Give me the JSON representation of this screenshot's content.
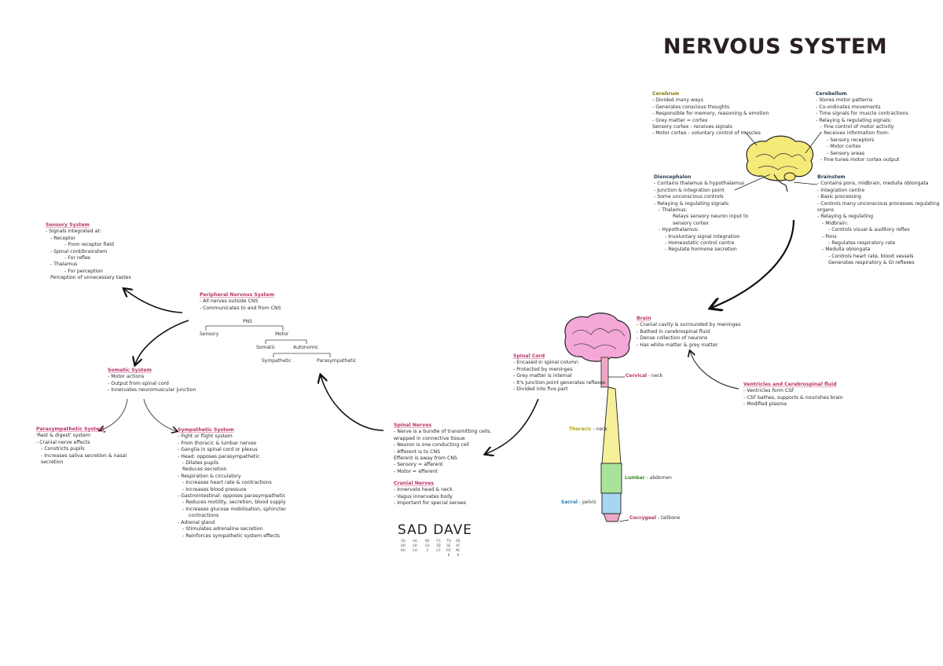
{
  "title": "NERVOUS SYSTEM",
  "cerebrum": {
    "heading": "Cerebrum",
    "lines": [
      "- Divided many ways",
      "- Generates conscious thoughts",
      "- Responsible for memory, reasoning & emotion",
      "- Grey matter = cortex",
      "  Sensory cortex - receives signals",
      "- Motor cortex - voluntary control of muscles"
    ]
  },
  "cerebellum": {
    "heading": "Cerebellum",
    "lines": [
      "- Stores motor patterns",
      "- Co-ordinates movements",
      "- Time signals for muscle contractions",
      "- Relaying & regulating signals:",
      "- Fine control of motor activity",
      "- Receives information from:",
      "- Sensory receptors",
      "- Motor cortex",
      "- Sensory areas",
      "- Fine tunes motor cortex output"
    ]
  },
  "diencephalon": {
    "heading": "Diencephalon",
    "lines": [
      "- Contains thalamus & hypothalamus",
      "- Junction & integration point",
      "- Some unconscious controls",
      "- Relaying & regulating signals:",
      "- Thalamus:",
      "Relays sensory neuron input to",
      "sensory cortex",
      "- Hypothalamus:",
      "- Involuntary signal integration",
      "- Homeostatic control centre",
      "- Regulate hormone secretion"
    ]
  },
  "brainstem": {
    "heading": "Brainstem",
    "lines": [
      "- Contains pons, midbrain, medulla oblongata",
      "- Integration centre",
      "- Basic processing",
      "- Controls many unconscious processes regulating",
      "organs",
      "- Relaying & regulating",
      "- Midbrain:",
      "- Controls visual & auditory reflex",
      "- Pons",
      "- Regulates respiratory rate",
      "- Medulla oblongata",
      "- Controls heart rate, blood vessels",
      "Generates respiratory & GI reflexes"
    ]
  },
  "sensory_system": {
    "heading": "Sensory System",
    "lines": [
      "- Signals integrated at:",
      "- Receptor",
      "- From receptor field",
      "- Spinal cord/brainstem",
      "- For reflex",
      "- Thalamus",
      "- For perception",
      "Perception of unnecessary tastes"
    ]
  },
  "pns": {
    "heading": "Peripheral Nervous System",
    "lines": [
      "- All nerves outside CNS",
      "- Communicates to and from CNS"
    ]
  },
  "tree": {
    "root": "PNS",
    "sensory": "Sensory",
    "motor": "Motor",
    "somatic": "Somatic",
    "autonomic": "Autonomic",
    "sympathetic": "Sympathetic",
    "parasympathetic": "Parasympathetic"
  },
  "somatic_system": {
    "heading": "Somatic System",
    "lines": [
      "- Motor actions",
      "- Output from spinal cord",
      "- Innervates neuromuscular junction"
    ]
  },
  "parasympathetic_system": {
    "heading": "Parasympathetic System",
    "lines": [
      "'Rest & digest' system",
      "- Cranial nerve effects",
      "- Constricts pupils",
      "- Increases saliva secretion & nasal",
      "secretion"
    ]
  },
  "sympathetic_system": {
    "heading": "Sympathetic System",
    "lines": [
      "- Fight or flight system",
      "- From thoracic & lumbar nerves",
      "- Ganglia in spinal cord or plexus",
      "- Head: opposes parasympathetic",
      "- Dilates pupils",
      "Reduces secretion",
      "- Respiration & circulatory",
      "- Increases heart rate & contractions",
      "- Increases blood pressure",
      "- Gastrointestinal: opposes parasympathetic",
      "- Reduces motility, secretion, blood supply",
      "- Increases glucose mobilisation, sphincter",
      "contractions",
      "- Adrenal gland",
      "- Stimulates adrenaline secretion",
      "- Reinforces sympathetic system effects"
    ]
  },
  "spinal_cord": {
    "heading": "Spinal Cord",
    "lines": [
      "- Encased in spinal column",
      "- Protected by meninges",
      "- Grey matter is internal",
      "- It's junction point generates reflexes",
      "- Divided into five part"
    ]
  },
  "spinal_nerves": {
    "heading": "Spinal Nerves",
    "lines": [
      "- Nerve is a bundle of transmitting cells,",
      "wrapped in connective tissue",
      "- Neuron is one conducting cell",
      "- Afferent is to CNS",
      "  Efferent is away from CNS",
      "- Sensory = afferent",
      "- Motor = efferent"
    ]
  },
  "cranial_nerves": {
    "heading": "Cranial Nerves",
    "lines": [
      "- Innervate head & neck",
      "- Vagus innervates body",
      "- Important for special senses"
    ]
  },
  "brain": {
    "heading": "Brain",
    "lines": [
      "- Cranial cavity & surrounded by meninges",
      "- Bathed in cerebrospinal fluid",
      "- Dense collection of neurons",
      "- Has white matter & grey matter"
    ]
  },
  "ventricles": {
    "heading": "Ventricles and Cerebrospinal fluid",
    "lines": [
      "- Ventricles form CSF",
      "- CSF bathes, supports & nourishes brain",
      "- Modified plasma"
    ]
  },
  "spine_labels": {
    "cervical": {
      "name": "Cervical",
      "region": "neck"
    },
    "thoracic": {
      "name": "Thoracic",
      "region": "neck"
    },
    "lumbar": {
      "name": "Lumbar",
      "region": "abdomen"
    },
    "sacral": {
      "name": "Sacral",
      "region": "pelvis"
    },
    "coccygeal": {
      "name": "Coccygeal",
      "region": "tailbone"
    }
  },
  "colors": {
    "brain_top": "#f4a8d8",
    "brain_right": "#f3ea78",
    "cervical": "#f0a7c6",
    "thoracic": "#f6f09a",
    "lumbar": "#a9e39a",
    "sacral": "#a8d6f2",
    "coccygeal": "#f0a7c6"
  },
  "signature": "SAD DAVE",
  "signature_columns": [
    "SUDOKU",
    "GASOLA",
    "NSEAI",
    "FSSDLS",
    "THSERIU",
    "ERAFNCH"
  ]
}
